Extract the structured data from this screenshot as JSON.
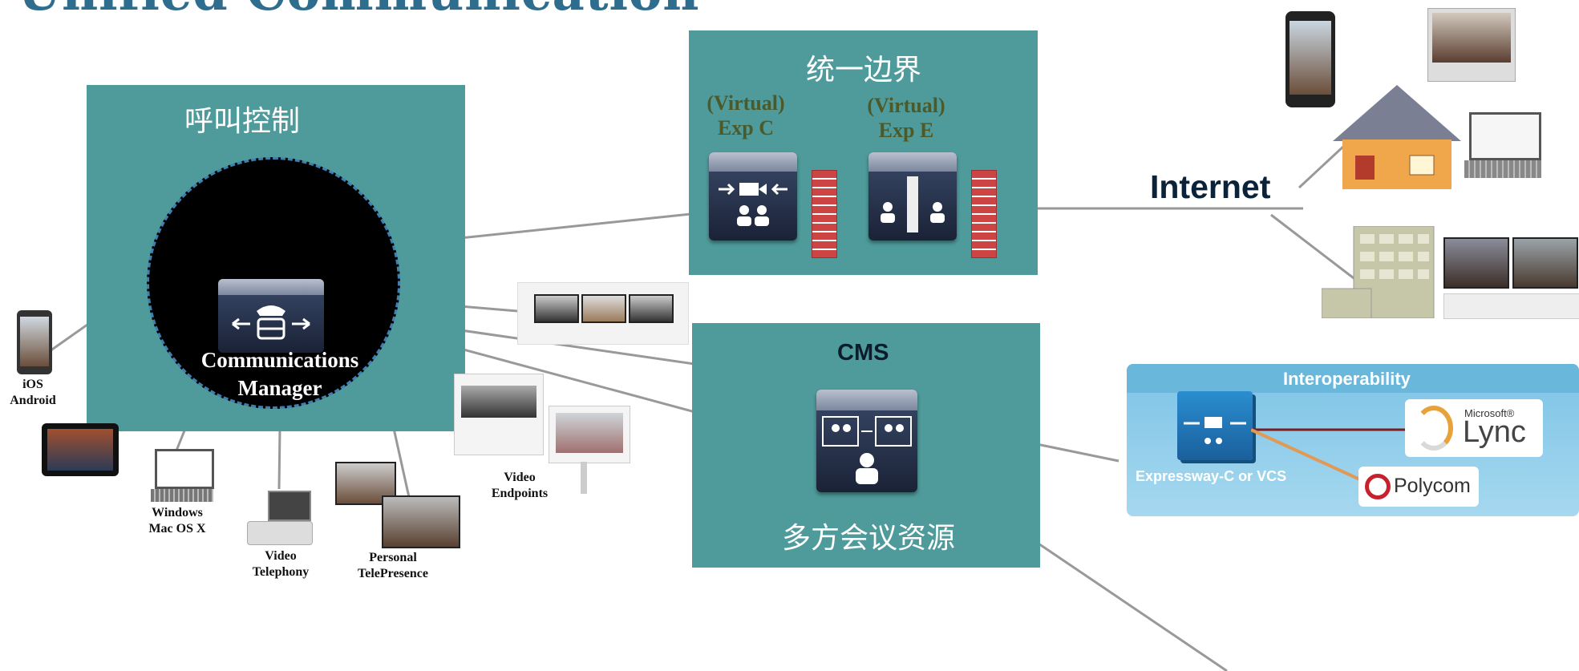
{
  "page_title": "Unified Communication",
  "call_control": {
    "heading": "呼叫控制",
    "manager_line1": "Communications",
    "manager_line2": "Manager"
  },
  "edge": {
    "heading": "统一边界",
    "exp_c_line1": "(Virtual)",
    "exp_c_line2": "Exp C",
    "exp_e_line1": "(Virtual)",
    "exp_e_line2": "Exp E"
  },
  "internet_label": "Internet",
  "cms": {
    "heading": "CMS",
    "subtitle": "多方会议资源"
  },
  "interop": {
    "heading": "Interoperability",
    "expressway_label": "Expressway-C or VCS",
    "lync_microsoft": "Microsoft®",
    "lync_label": "Lync",
    "polycom_label": "Polycom"
  },
  "endpoints": {
    "mobile_line1": "iOS",
    "mobile_line2": "Android",
    "desktop_line1": "Windows",
    "desktop_line2": "Mac OS X",
    "phone_line1": "Video",
    "phone_line2": "Telephony",
    "personal_line1": "Personal",
    "personal_line2": "TelePresence",
    "video_line1": "Video",
    "video_line2": "Endpoints"
  },
  "colors": {
    "teal": "#4f9b9c",
    "interop_blue": "#6ab7dc",
    "title_blue": "#2e6d8e",
    "olive_text": "#4c5a2a",
    "navy_device": "#1f2a44",
    "lync_line": "#7a1e1e",
    "polycom_line": "#e09a56"
  }
}
